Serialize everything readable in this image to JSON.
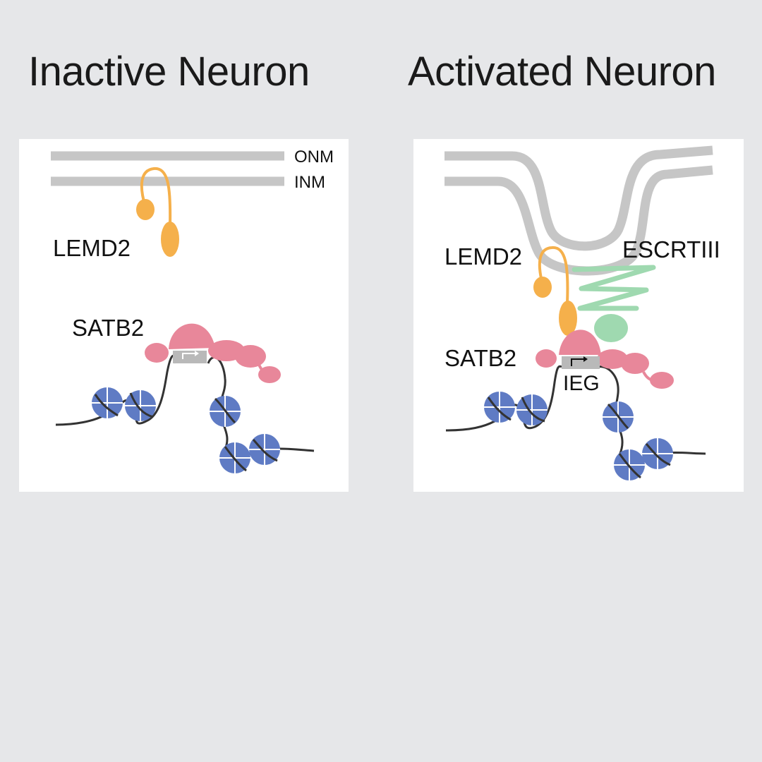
{
  "titles": {
    "inactive": "Inactive Neuron",
    "activated": "Activated Neuron"
  },
  "inactive_panel": {
    "onm_label": "ONM",
    "inm_label": "INM",
    "lemd2_label": "LEMD2",
    "satb2_label": "SATB2"
  },
  "activated_panel": {
    "lemd2_label": "LEMD2",
    "escrtiii_label": "ESCRTIII",
    "satb2_label": "SATB2",
    "ieg_label": "IEG"
  },
  "colors": {
    "background": "#e6e7e9",
    "panel": "#ffffff",
    "membrane": "#c6c6c6",
    "lemd2": "#f5b04b",
    "satb2": "#e8879a",
    "escrtiii": "#9fd9b0",
    "nucleosome": "#5f7bc4",
    "dna": "#333333",
    "gene_box": "#b9b9b9"
  }
}
